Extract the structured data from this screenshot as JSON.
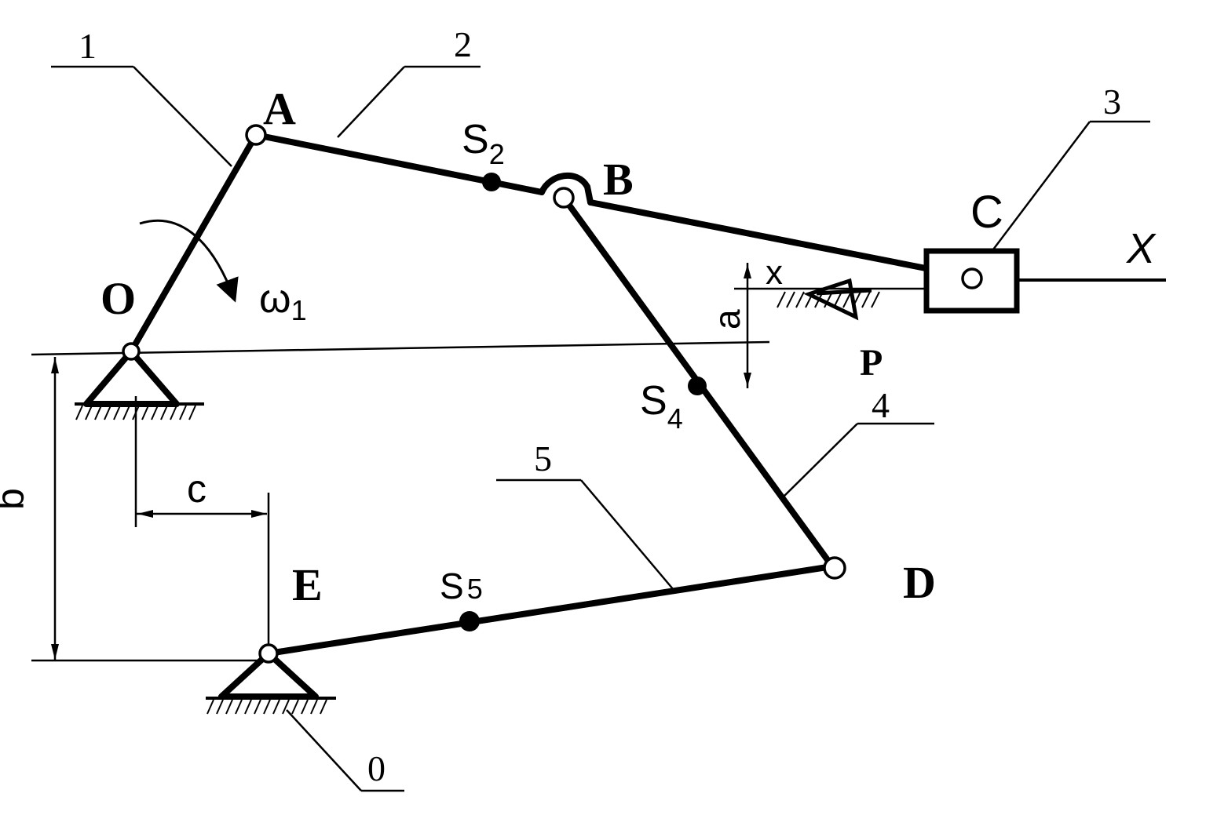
{
  "points": {
    "O": "O",
    "A": "A",
    "B": "B",
    "C": "C",
    "D": "D",
    "E": "E"
  },
  "links": {
    "l1": "1",
    "l2": "2",
    "l3": "3",
    "l4": "4",
    "l5": "5",
    "l0": "0"
  },
  "centers_of_mass": {
    "s2_base": "S",
    "s2_sub": "2",
    "s4_base": "S",
    "s4_sub": "4",
    "s5_base": "S",
    "s5_sub": "5"
  },
  "kinematics": {
    "omega_base": "ω",
    "omega_sub": "1"
  },
  "force": "P",
  "axes": {
    "x_axis": "X",
    "x_small": "x"
  },
  "dimensions": {
    "a": "a",
    "b": "b",
    "c": "c"
  }
}
